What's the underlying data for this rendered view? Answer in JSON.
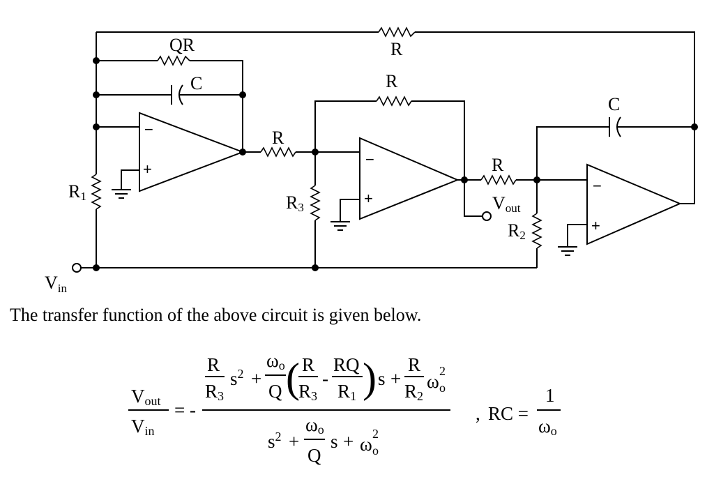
{
  "labels": {
    "r_feedback_top": "R",
    "qr": "QR",
    "c1": "C",
    "r_in1": "R",
    "r_fb2": "R",
    "r_in3": "R",
    "c2": "C",
    "r1": "R",
    "r1_sub": "1",
    "r3": "R",
    "r3_sub": "3",
    "r2": "R",
    "r2_sub": "2",
    "vout": "V",
    "vout_sub": "out",
    "vin": "V",
    "vin_sub": "in",
    "minus": "−",
    "plus": "+"
  },
  "caption": "The transfer function of the above circuit is given below.",
  "formula": {
    "lhs_num": "V",
    "lhs_num_sub": "out",
    "lhs_den": "V",
    "lhs_den_sub": "in",
    "eq_neg": "= -",
    "R": "R",
    "R3": "R",
    "R3_sub": "3",
    "s2": "s",
    "sq": "2",
    "plus": "+",
    "minus": "-",
    "omega": "ω",
    "omega_sub": "o",
    "Q": "Q",
    "RQ": "RQ",
    "R1": "R",
    "R1_sub": "1",
    "s": "s",
    "R2": "R",
    "R2_sub": "2",
    "comma": ",",
    "RC": "RC =",
    "one": "1",
    "lparen": "(",
    "rparen": ")"
  }
}
